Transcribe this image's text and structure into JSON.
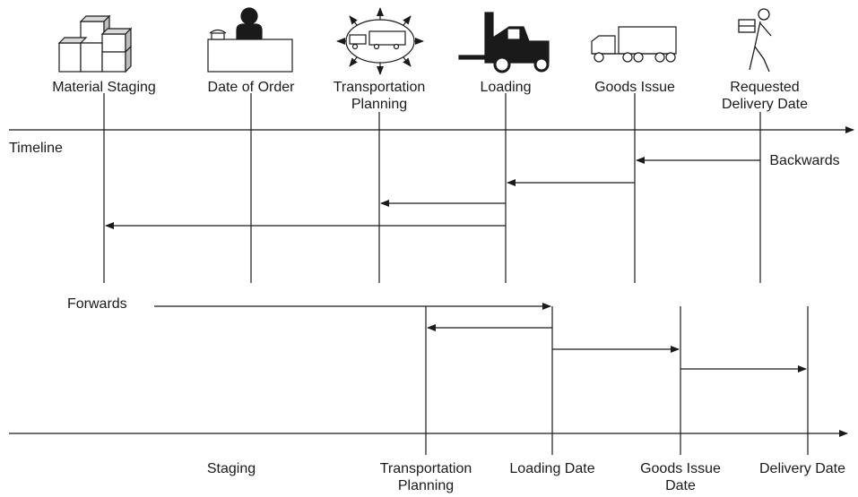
{
  "top": {
    "stages": [
      {
        "line1": "Material Staging",
        "line2": "",
        "icon": "boxes-icon"
      },
      {
        "line1": "Date of Order",
        "line2": "",
        "icon": "order-desk-icon"
      },
      {
        "line1": "Transportation",
        "line2": "Planning",
        "icon": "transport-planning-icon"
      },
      {
        "line1": "Loading",
        "line2": "",
        "icon": "forklift-icon"
      },
      {
        "line1": "Goods Issue",
        "line2": "",
        "icon": "truck-icon"
      },
      {
        "line1": "Requested",
        "line2": "Delivery Date",
        "icon": "delivery-person-icon"
      }
    ],
    "timeline_label": "Timeline",
    "direction_label": "Backwards"
  },
  "bottom": {
    "direction_label": "Forwards",
    "dates": [
      {
        "line1": "Staging",
        "line2": ""
      },
      {
        "line1": "Transportation",
        "line2": "Planning"
      },
      {
        "line1": "Loading Date",
        "line2": ""
      },
      {
        "line1": "Goods Issue",
        "line2": "Date"
      },
      {
        "line1": "Delivery Date",
        "line2": ""
      }
    ]
  },
  "colors": {
    "ink": "#1a1a1a",
    "paper": "#ffffff",
    "shade": "#d9d9d9"
  }
}
